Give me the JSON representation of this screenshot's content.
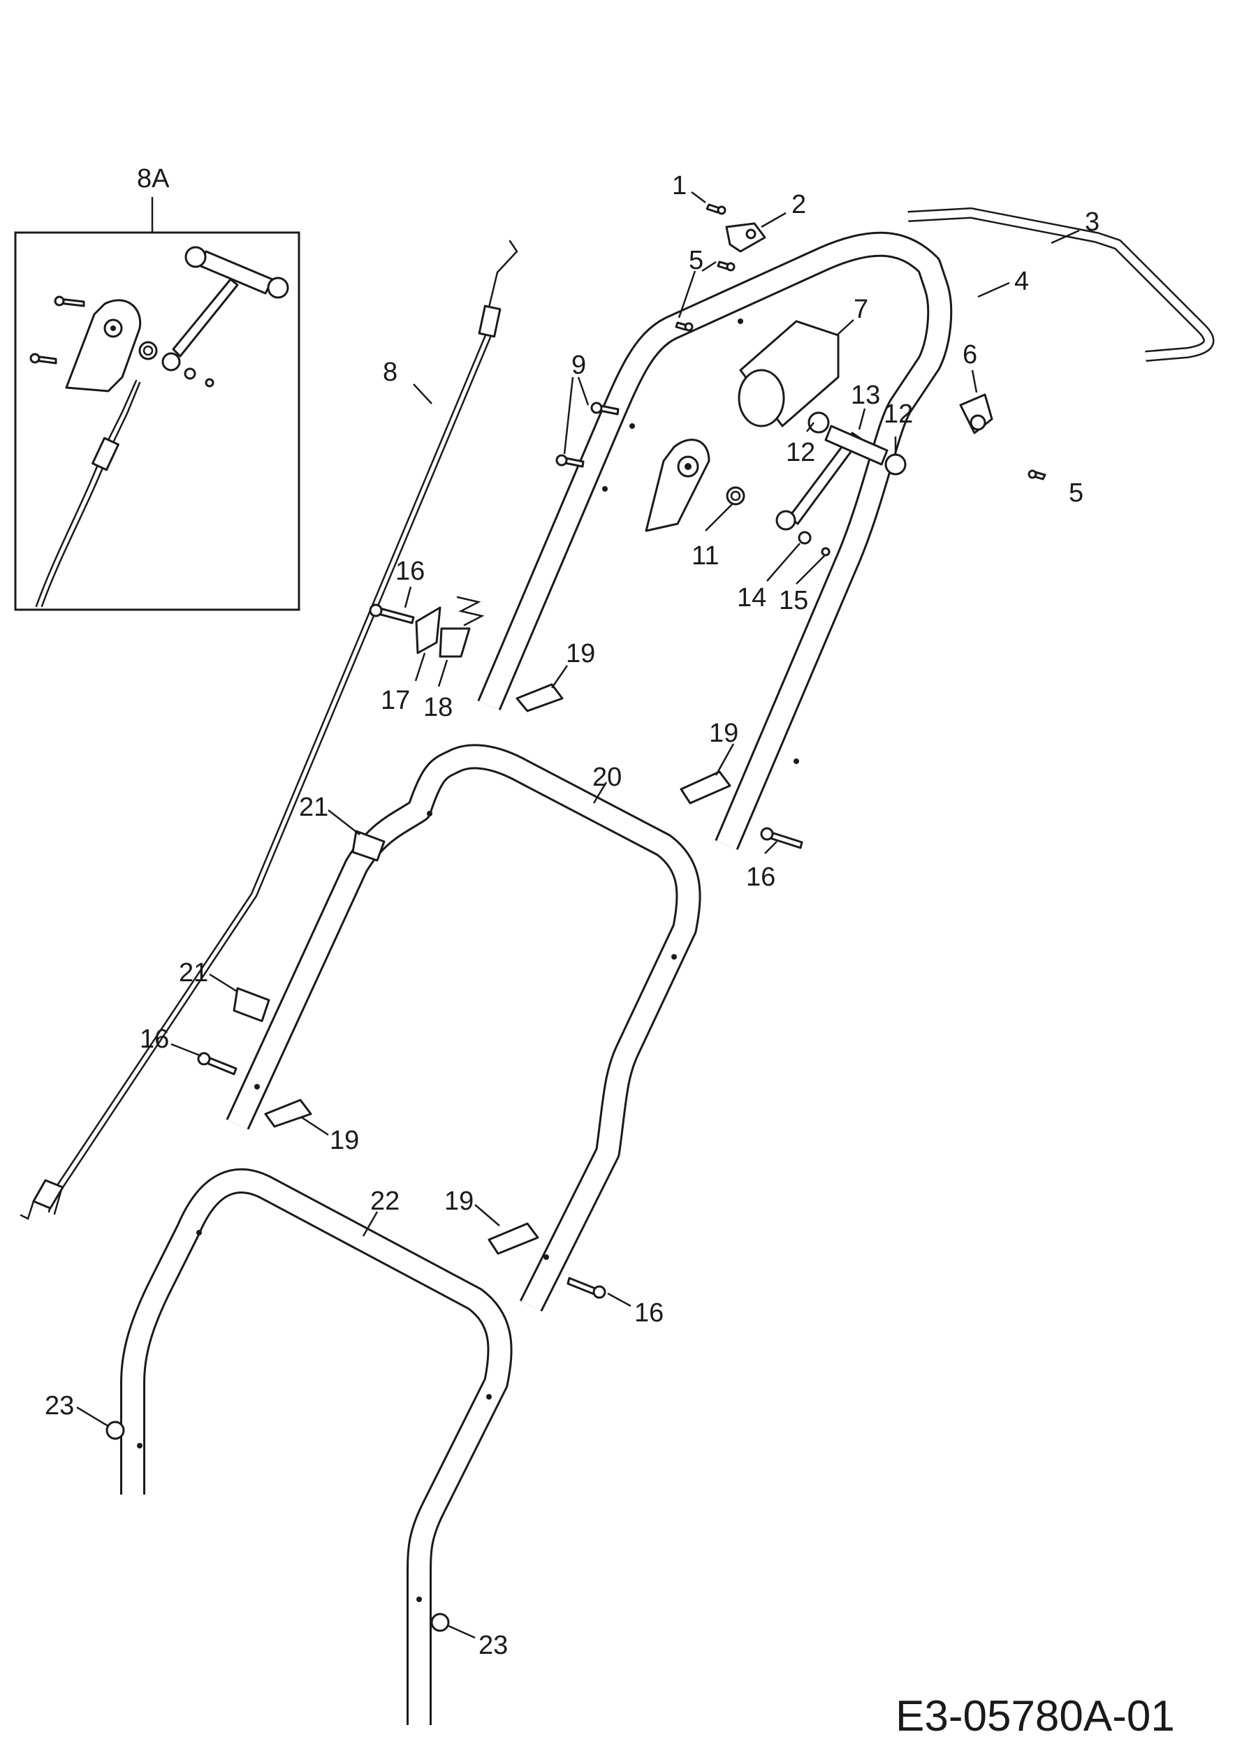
{
  "drawing_code": "E3-05780A-01",
  "inset_label": "8A",
  "labels": {
    "n1": "1",
    "n2": "2",
    "n3": "3",
    "n4": "4",
    "n5a": "5",
    "n5b": "5",
    "n6": "6",
    "n7": "7",
    "n8": "8",
    "n9": "9",
    "n11": "11",
    "n12a": "12",
    "n12b": "12",
    "n13": "13",
    "n14": "14",
    "n15": "15",
    "n16a": "16",
    "n16b": "16",
    "n16c": "16",
    "n16d": "16",
    "n17": "17",
    "n18": "18",
    "n19a": "19",
    "n19b": "19",
    "n19c": "19",
    "n19d": "19",
    "n20": "20",
    "n21a": "21",
    "n21b": "21",
    "n22": "22",
    "n23a": "23",
    "n23b": "23"
  }
}
